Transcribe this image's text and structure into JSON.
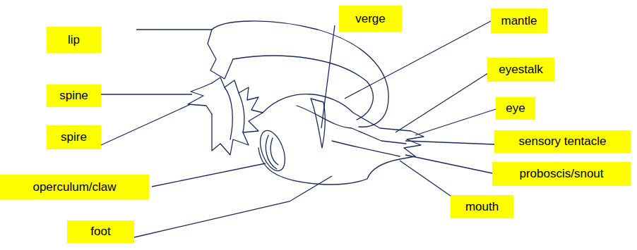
{
  "diagram": {
    "nodes": [
      {
        "text": [
          "verge"
        ]
      },
      {
        "text": [
          "mantle"
        ]
      },
      {
        "text": [
          "lip"
        ]
      },
      {
        "text": [
          "eyestalk"
        ]
      },
      {
        "text": [
          "spine"
        ]
      },
      {
        "text": [
          "eye"
        ]
      },
      {
        "text": [
          "spire"
        ]
      },
      {
        "text": [
          "sensory tentacle"
        ]
      },
      {
        "text": [
          "proboscis/snout"
        ]
      },
      {
        "text": [
          "operculum/claw"
        ]
      },
      {
        "text": [
          "mouth"
        ]
      },
      {
        "text": [
          "foot"
        ]
      }
    ]
  }
}
